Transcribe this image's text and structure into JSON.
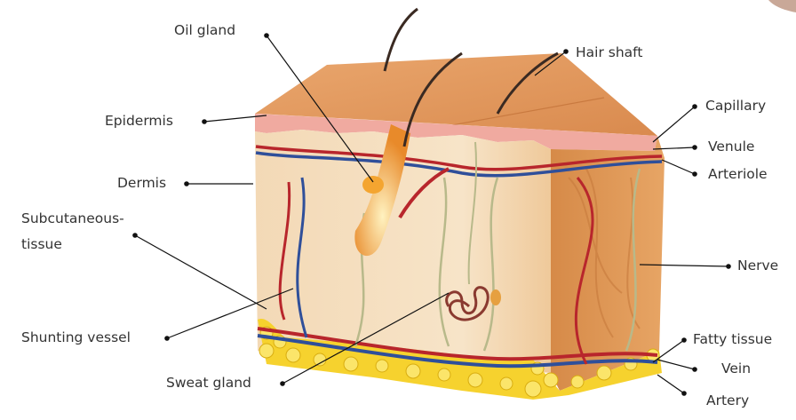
{
  "labels": {
    "oil_gland": "Oil gland",
    "hair_shaft": "Hair shaft",
    "epidermis": "Epidermis",
    "capillary": "Capillary",
    "venule": "Venule",
    "dermis": "Dermis",
    "arteriole": "Arteriole",
    "subcutaneous_line1": "Subcutaneous-",
    "subcutaneous_line2": "tissue",
    "nerve": "Nerve",
    "shunting_vessel": "Shunting vessel",
    "fatty_tissue": "Fatty tissue",
    "vein": "Vein",
    "sweat_gland": "Sweat gland",
    "artery": "Artery"
  },
  "colors": {
    "skin_surface": "#e9a36b",
    "epidermis": "#f0a8a0",
    "dermis": "#f4d9b4",
    "side_face": "#d9904e",
    "fat": "#f7d433",
    "artery": "#b8262c",
    "vein": "#2f4f9a",
    "nerve": "#b8b98a",
    "hair": "#3a2a22"
  }
}
